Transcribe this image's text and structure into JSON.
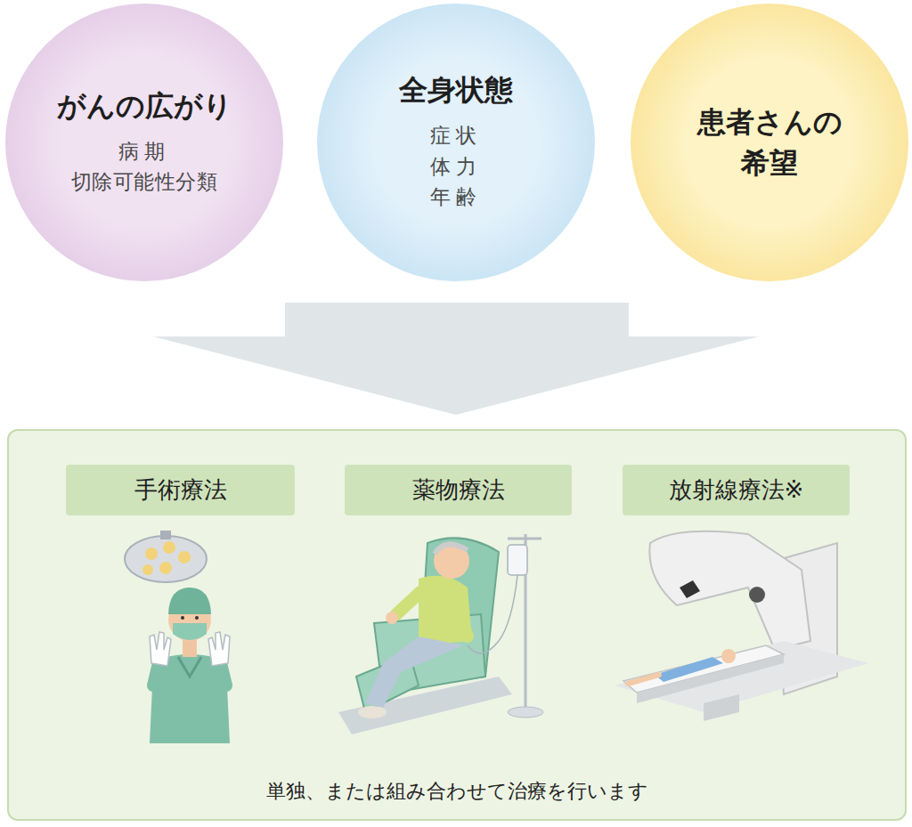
{
  "diagram": {
    "nodes": [
      {
        "text": [
          "がんの広がり",
          "病期",
          "切除可能性分類"
        ]
      },
      {
        "text": [
          "全身状態",
          "症状",
          "体力",
          "年齢"
        ]
      },
      {
        "text": [
          "患者さんの 希望"
        ]
      },
      {
        "text": [
          "単独、または組み合わせて治療を行います"
        ]
      },
      {
        "text": [
          "手術療法"
        ],
        "in": 3
      },
      {
        "text": [
          "薬物療法"
        ],
        "in": 3
      },
      {
        "text": [
          "放射線療法※"
        ],
        "in": 3
      }
    ]
  }
}
